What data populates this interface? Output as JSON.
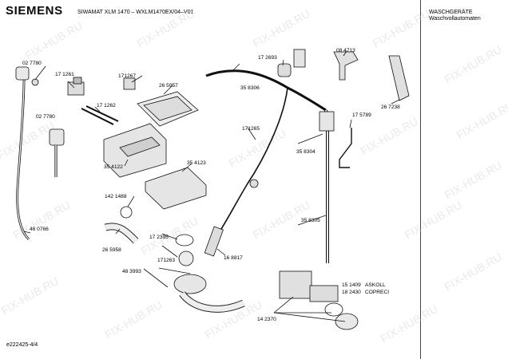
{
  "header": {
    "brand": "SIEMENS",
    "title": "SIWAMAT XLM 1470 – WXLM1470EX/04–V01",
    "category": "WASCHGERÄTE",
    "subcategory": "Waschvollautomaten"
  },
  "watermark": "FIX-HUB.RU",
  "part_numbers": {
    "p027780a": "02 7780",
    "p171261": "17 1261",
    "p171267": "171267",
    "p265957": "26 5957",
    "p172693": "17 2693",
    "p084713": "08 4713",
    "p358306": "35 8306",
    "p267238": "26 7238",
    "p027780b": "02 7780",
    "p171262": "17 1262",
    "p171265": "171265",
    "p175789": "17 5789",
    "p358304": "35 8304",
    "p354122": "35 4122",
    "p354123": "35 4123",
    "p1421488": "142 1488",
    "p460766": "46 0766",
    "p358305": "35 8305",
    "p172395": "17 2395",
    "p265958": "26 5958",
    "p168817": "16 8817",
    "p171263": "171263",
    "p483993": "48 3993",
    "p151409": "15 1409",
    "p151409b": "ASKOLL",
    "p182430": "18 2430",
    "p182430b": "COPRECI",
    "p142370": "14 2370"
  },
  "footer": "e222425-4/4"
}
